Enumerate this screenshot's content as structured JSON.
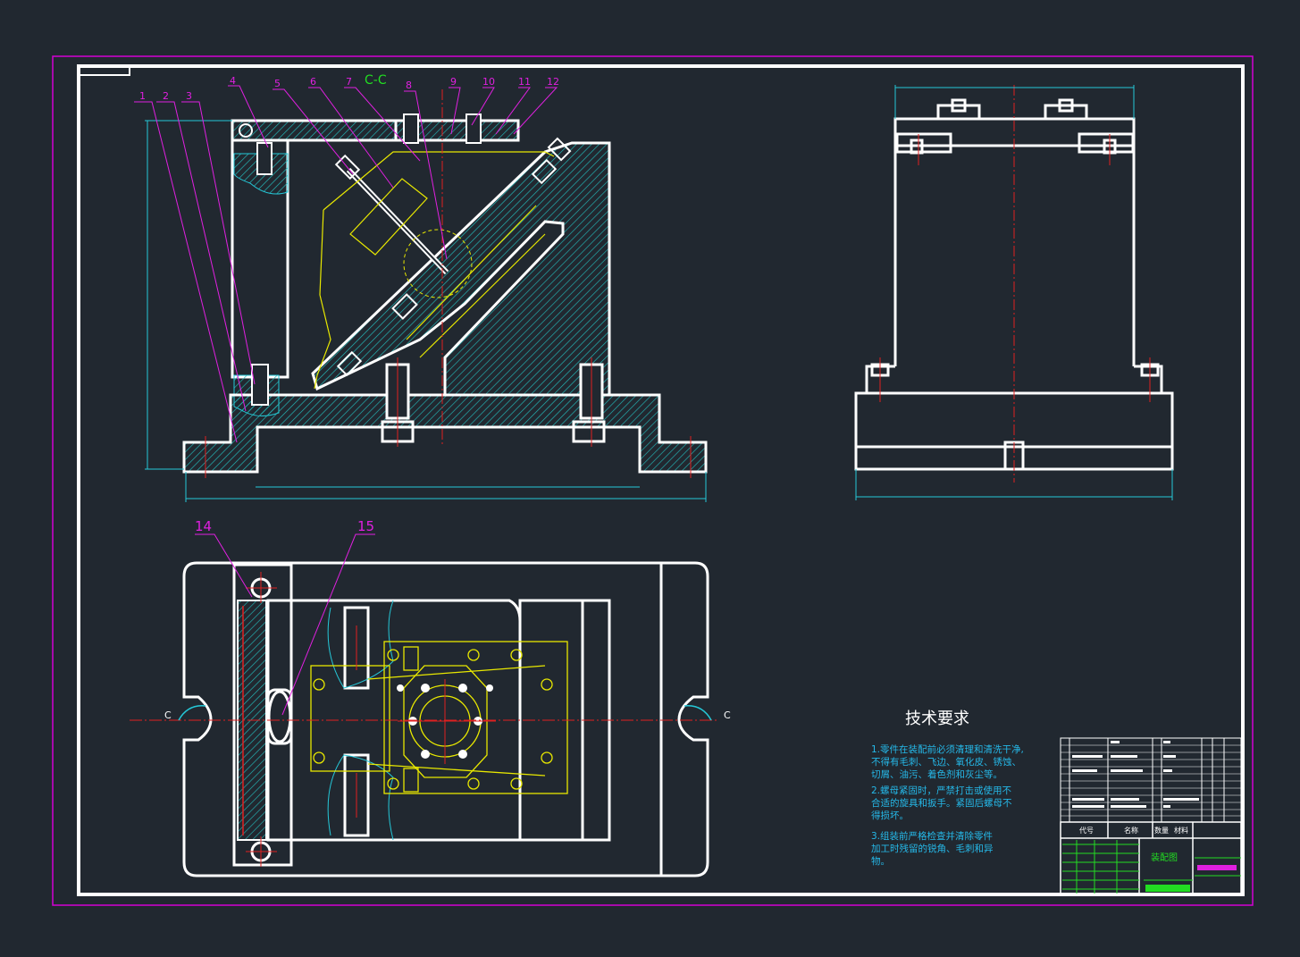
{
  "section_label": "C-C",
  "section_marks": [
    "C",
    "C"
  ],
  "callouts_top": [
    "1",
    "2",
    "3",
    "4",
    "5",
    "6",
    "7",
    "8",
    "9",
    "10",
    "11",
    "12"
  ],
  "callouts_bottom": [
    "14",
    "15"
  ],
  "requirements": {
    "title": "技术要求",
    "lines": [
      "1.零件在装配前必须清理和清洗干净,",
      "不得有毛刺、飞边、氧化皮、锈蚀、",
      "切屑、油污、着色剂和灰尘等。",
      "2.螺母紧固时，严禁打击或使用不",
      "合适的旋具和扳手。紧固后螺母不",
      "得损坏。",
      "3.组装前严格检查并清除零件",
      "加工时残留的锐角、毛刺和异",
      "物。"
    ]
  },
  "title_block": {
    "drawing_name": "装配图",
    "headers": [
      "代号",
      "名称",
      "数量",
      "材料"
    ]
  },
  "colors": {
    "background": "#212830",
    "frame": "#ffffff",
    "border": "#d400d4",
    "hatch": "#24b8b8",
    "dimension": "#25c8d8",
    "leader": "#e020e0",
    "centerline": "#e02020",
    "workpiece": "#e8e800",
    "section_label": "#22dd22"
  }
}
